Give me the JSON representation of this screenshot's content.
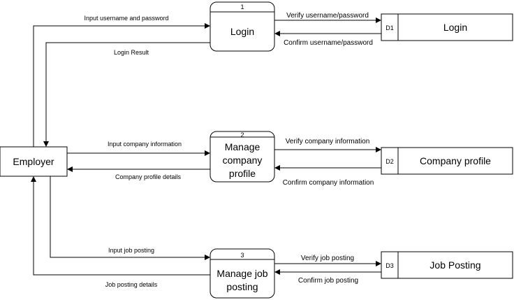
{
  "entity": {
    "label": "Employer"
  },
  "processes": [
    {
      "id": "1",
      "lines": [
        "Login"
      ]
    },
    {
      "id": "2",
      "lines": [
        "Manage",
        "company",
        "profile"
      ]
    },
    {
      "id": "3",
      "lines": [
        "Manage job",
        "posting"
      ]
    }
  ],
  "stores": [
    {
      "id": "D1",
      "label": "Login"
    },
    {
      "id": "D2",
      "label": "Company profile"
    },
    {
      "id": "D3",
      "label": "Job Posting"
    }
  ],
  "flows": {
    "input_username_password": "Input username and password",
    "login_result": "Login Result",
    "verify_username_password": "Verify username/password",
    "confirm_username_password": "Confirm username/password",
    "input_company_information": "Input company information",
    "company_profile_details": "Company profile details",
    "verify_company_information": "Verify company information",
    "confirm_company_information": "Confirm company information",
    "input_job_posting": "Input job posting",
    "job_posting_details": "Job posting details",
    "verify_job_posting": "Verify job posting",
    "confirm_job_posting": "Confirm job posting"
  }
}
